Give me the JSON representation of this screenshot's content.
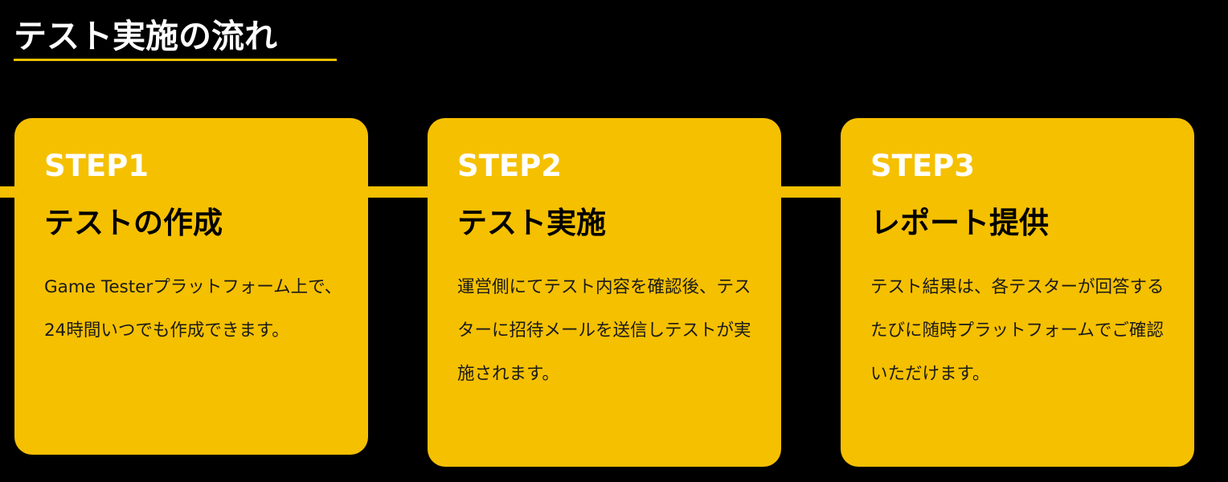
{
  "heading": {
    "title": "テスト実施の流れ"
  },
  "steps": [
    {
      "label": "STEP1",
      "title": "テストの作成",
      "description": "Game Testerプラットフォーム上で、24時間いつでも作成できます。"
    },
    {
      "label": "STEP2",
      "title": "テスト実施",
      "description": "運営側にてテスト内容を確認後、テスターに招待メールを送信しテストが実施されます。"
    },
    {
      "label": "STEP3",
      "title": "レポート提供",
      "description": "テスト結果は、各テスターが回答するたびに随時プラットフォームでご確認いただけます。"
    }
  ],
  "colors": {
    "background": "#000000",
    "accent": "#f5c000",
    "step_label": "#ffffff",
    "title_text": "#000000"
  }
}
